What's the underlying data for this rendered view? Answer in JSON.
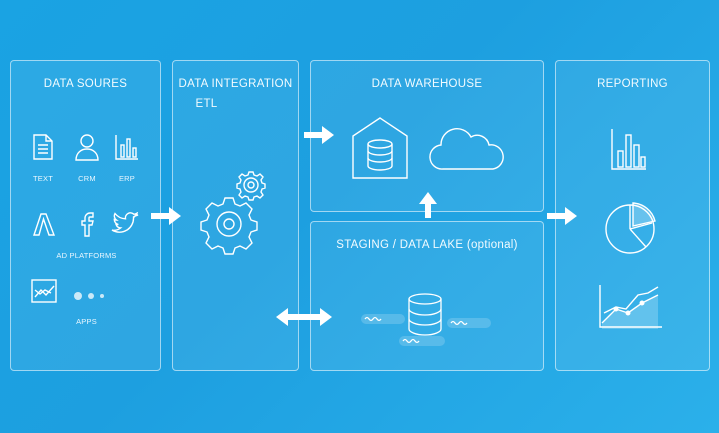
{
  "panels": {
    "sources": {
      "title": "DATA SOURES",
      "items": [
        "TEXT",
        "CRM",
        "ERP"
      ],
      "ad_label": "AD PLATFORMS",
      "apps_label": "APPS"
    },
    "integration": {
      "title": "DATA INTEGRATION",
      "subtitle": "ETL"
    },
    "warehouse": {
      "title": "DATA WAREHOUSE"
    },
    "staging": {
      "title": "STAGING / DATA LAKE (optional)"
    },
    "reporting": {
      "title": "REPORTING"
    }
  },
  "icons": {
    "text": "document-icon",
    "crm": "user-icon",
    "erp": "bar-chart-icon",
    "ads": "adwords-icon",
    "facebook": "facebook-icon",
    "twitter": "twitter-icon",
    "apps": "app-dots-icon",
    "analytics": "line-chart-icon",
    "gears": "gears-icon",
    "warehouse": "warehouse-database-icon",
    "cloud": "cloud-icon",
    "lake": "database-waves-icon",
    "report_bar": "bar-chart-icon",
    "report_pie": "pie-chart-icon",
    "report_line": "area-line-chart-icon"
  },
  "colors": {
    "background": "#1d9fe0",
    "stroke": "#ffffff",
    "panel_border": "rgba(255,255,255,0.55)"
  }
}
